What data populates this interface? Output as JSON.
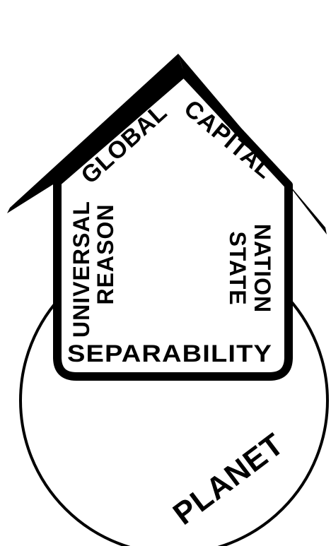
{
  "labels": {
    "global": "GLOBAL",
    "capital": "CAPITAL",
    "universal": "UNIVERSAL",
    "reason": "REASON",
    "nation": "NATION",
    "state": "STATE",
    "separability": "SEPARABILITY",
    "planet": "PLANET"
  },
  "colors": {
    "ink": "#000000",
    "paper": "#ffffff"
  }
}
